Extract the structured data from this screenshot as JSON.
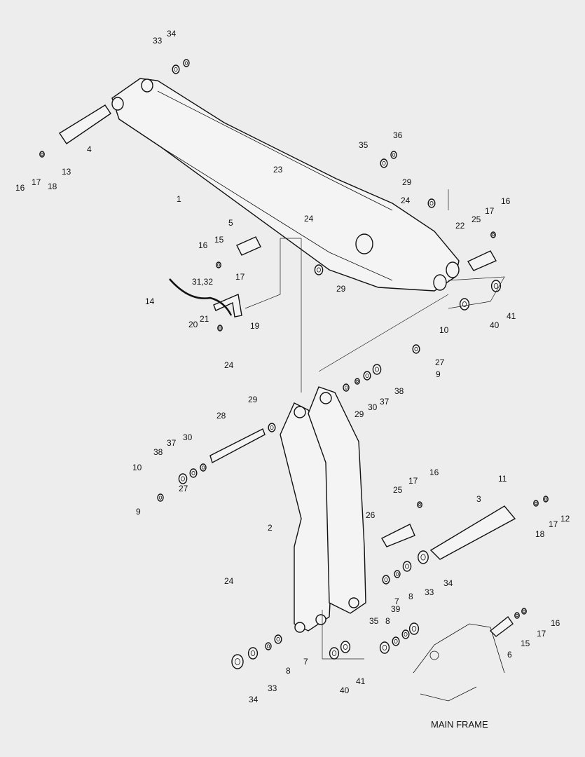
{
  "title": "MAIN FRAME",
  "labels": [
    "33",
    "34",
    "4",
    "16",
    "17",
    "18",
    "13",
    "1",
    "23",
    "35",
    "36",
    "29",
    "24",
    "16",
    "25",
    "17",
    "22",
    "5",
    "16",
    "15",
    "17",
    "24",
    "29",
    "31,32",
    "14",
    "21",
    "20",
    "19",
    "40",
    "41",
    "10",
    "27",
    "9",
    "24",
    "38",
    "37",
    "30",
    "29",
    "29",
    "28",
    "30",
    "37",
    "38",
    "10",
    "27",
    "9",
    "2",
    "16",
    "17",
    "25",
    "3",
    "11",
    "26",
    "12",
    "18",
    "17",
    "34",
    "33",
    "8",
    "7",
    "24",
    "39",
    "35",
    "8",
    "16",
    "17",
    "15",
    "6",
    "7",
    "8",
    "33",
    "34",
    "40",
    "41"
  ]
}
